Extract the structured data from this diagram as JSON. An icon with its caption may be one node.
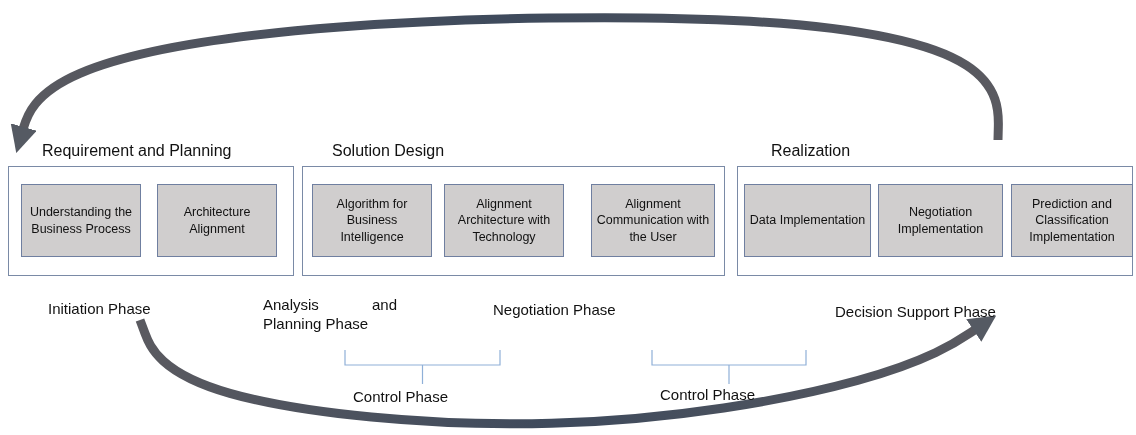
{
  "diagram": {
    "nodes": [
      {
        "text": [
          "Requirement and Planning"
        ]
      },
      {
        "text": [
          "Understanding the Business Process"
        ],
        "in": 0
      },
      {
        "text": [
          "Architecture Alignment"
        ],
        "in": 0
      },
      {
        "text": [
          "Solution Design"
        ]
      },
      {
        "text": [
          "Algorithm for Business Intelligence"
        ],
        "in": 3
      },
      {
        "text": [
          "Alignment Architecture with Technology"
        ],
        "in": 3
      },
      {
        "text": [
          "Alignment Communication with the User"
        ],
        "in": 3
      },
      {
        "text": [
          "Realization"
        ]
      },
      {
        "text": [
          "Data Implementation"
        ],
        "in": 7
      },
      {
        "text": [
          "Negotiation Implementation"
        ],
        "in": 7
      },
      {
        "text": [
          "Prediction and Classification Implementation"
        ],
        "in": 7
      },
      {
        "text": [
          "Initiation Phase"
        ]
      },
      {
        "text": [
          "Decision Support Phase"
        ]
      }
    ],
    "edges": [
      {
        "from": 7,
        "to": 0,
        "arrow": "to",
        "style": "thick"
      },
      {
        "from": 11,
        "to": 12,
        "arrow": "to",
        "style": "thick"
      }
    ],
    "labels": [
      "Analysis and Planning Phase",
      "Negotiation Phase",
      "Control Phase",
      "Control Phase"
    ]
  }
}
